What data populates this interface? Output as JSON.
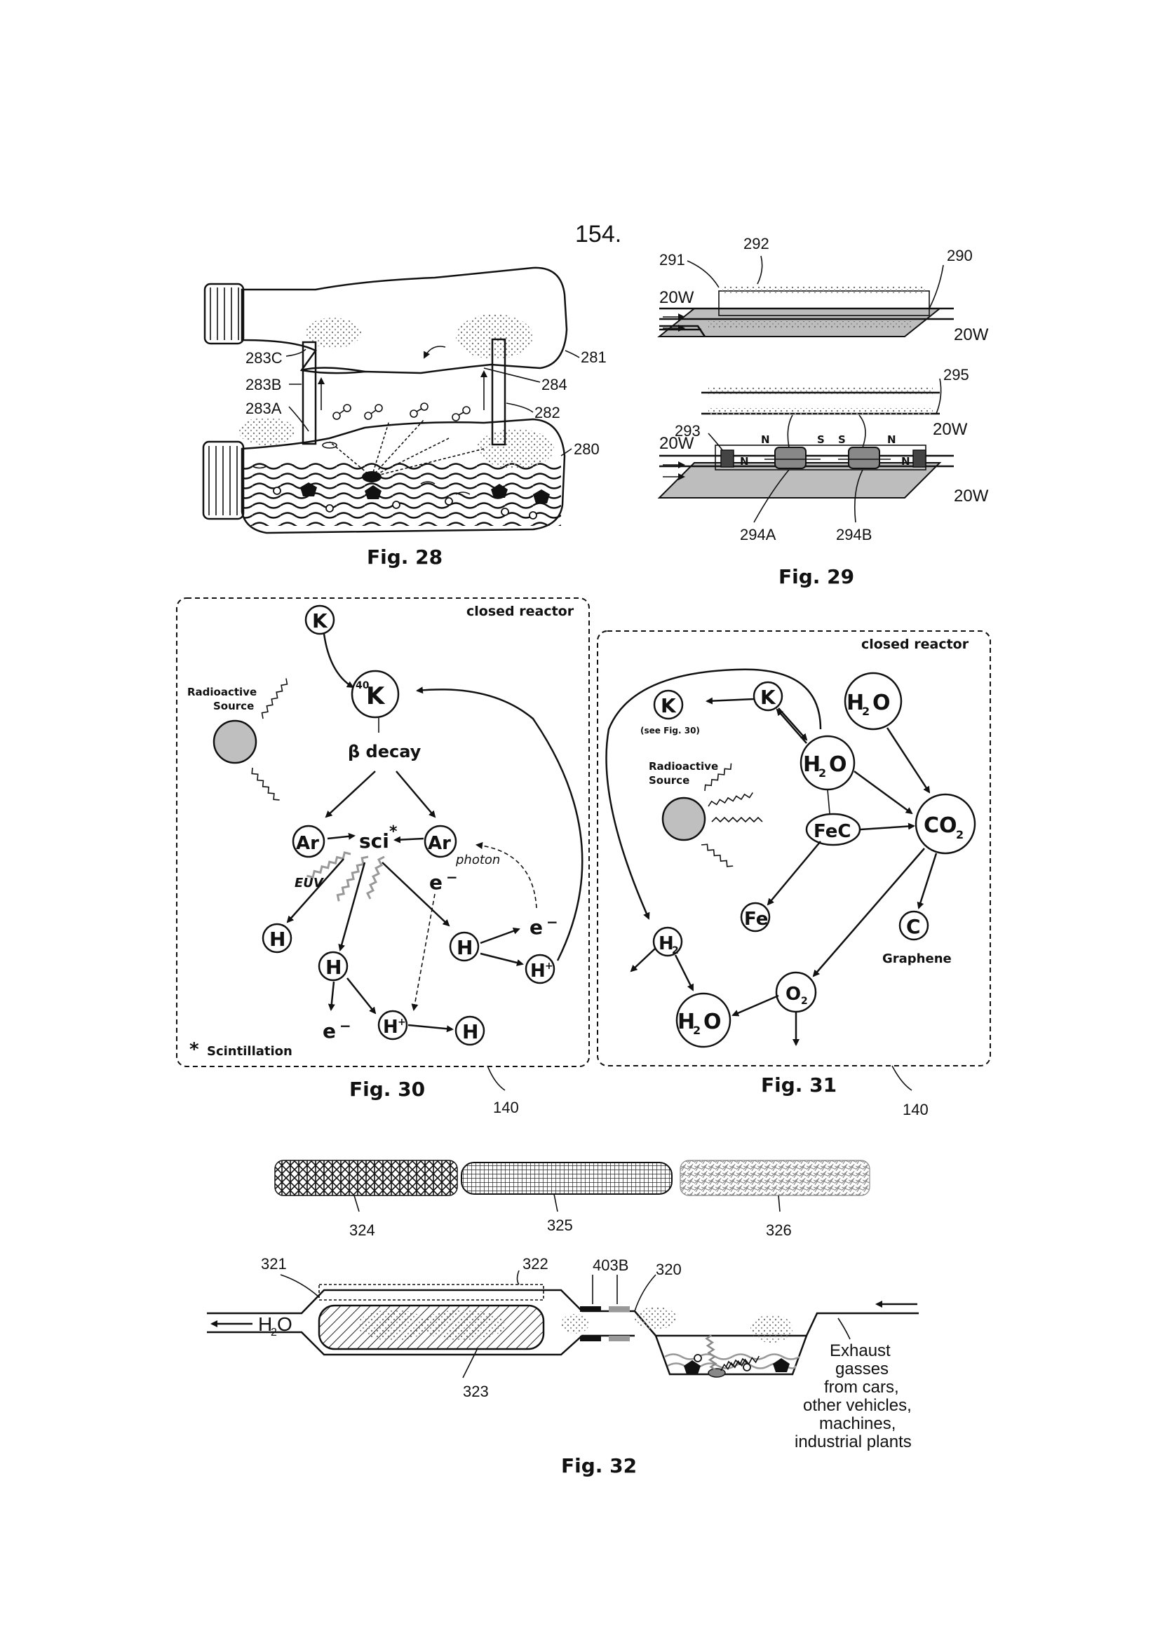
{
  "page_number": "154.",
  "fig28": {
    "caption": "Fig. 28",
    "labels": {
      "l281": "281",
      "l284": "284",
      "l282": "282",
      "l280": "280",
      "l283C": "283C",
      "l283B": "283B",
      "l283A": "283A"
    }
  },
  "fig29": {
    "caption": "Fig. 29",
    "labels": {
      "l291": "291",
      "l292": "292",
      "l290": "290",
      "l295": "295",
      "l293": "293",
      "l294A": "294A",
      "l294B": "294B"
    },
    "power": "20W",
    "poles": {
      "n": "N",
      "s": "S"
    }
  },
  "fig30": {
    "caption": "Fig. 30",
    "ref": "140",
    "reactor": "closed reactor",
    "source": [
      "Radioactive",
      "Source"
    ],
    "k": "K",
    "k40_sup": "40",
    "decay": "β decay",
    "ar": "Ar",
    "sci": "sci",
    "star": "*",
    "euv": "EUV",
    "photon": "photon",
    "h": "H",
    "hplus": "H",
    "plus": "+",
    "electron": "e",
    "minus": "−",
    "footnote": "Scintillation"
  },
  "fig31": {
    "caption": "Fig. 31",
    "ref": "140",
    "reactor": "closed reactor",
    "source": [
      "Radioactive",
      "Source"
    ],
    "k": "K",
    "see": "(see Fig. 30)",
    "h2o_h": "H",
    "h2o_o": "O",
    "sub2": "2",
    "co2": "CO",
    "fec": "FeC",
    "fe": "Fe",
    "c": "C",
    "graphene": "Graphene",
    "h2": "H",
    "o2": "O"
  },
  "fig32": {
    "caption": "Fig. 32",
    "labels": {
      "l324": "324",
      "l325": "325",
      "l326": "326",
      "l321": "321",
      "l322": "322",
      "l403B": "403B",
      "l320": "320",
      "l323": "323"
    },
    "water_h": "H",
    "water_sub": "2",
    "water_o": "O",
    "exhaust": [
      "Exhaust",
      "gasses",
      "from cars,",
      "other vehicles,",
      "machines,",
      "industrial plants"
    ]
  }
}
